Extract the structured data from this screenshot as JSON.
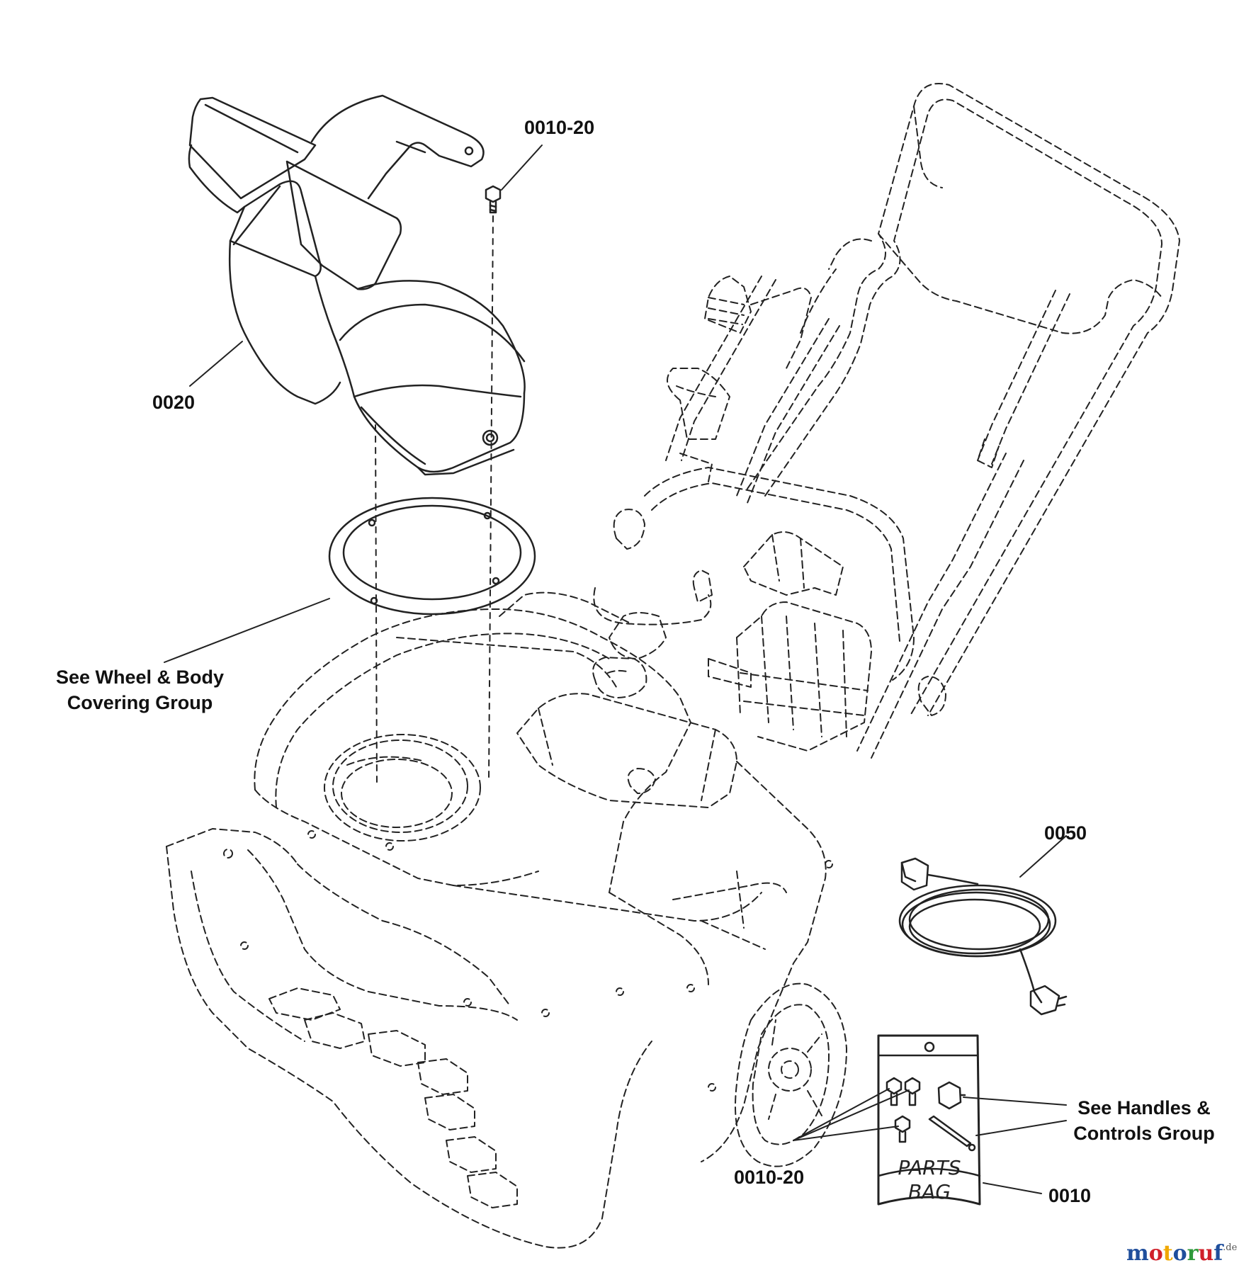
{
  "callouts": {
    "screw_top": "0010-20",
    "chute": "0020",
    "body_ref_line1": "See Wheel & Body",
    "body_ref_line2": "Covering Group",
    "cord": "0050",
    "handles_ref_line1": "See Handles &",
    "handles_ref_line2": "Controls Group",
    "screw_bag": "0010-20",
    "parts_bag": "0010"
  },
  "parts_bag": {
    "line1": "PARTS",
    "line2": "BAG"
  },
  "watermark": {
    "letters": [
      "m",
      "o",
      "t",
      "o",
      "r",
      "u",
      "f"
    ],
    "suffix": ".de",
    "colors": [
      "#1f4e9c",
      "#d0202a",
      "#f0a800",
      "#1f4e9c",
      "#2e9a3a",
      "#d0202a",
      "#1f4e9c"
    ]
  }
}
